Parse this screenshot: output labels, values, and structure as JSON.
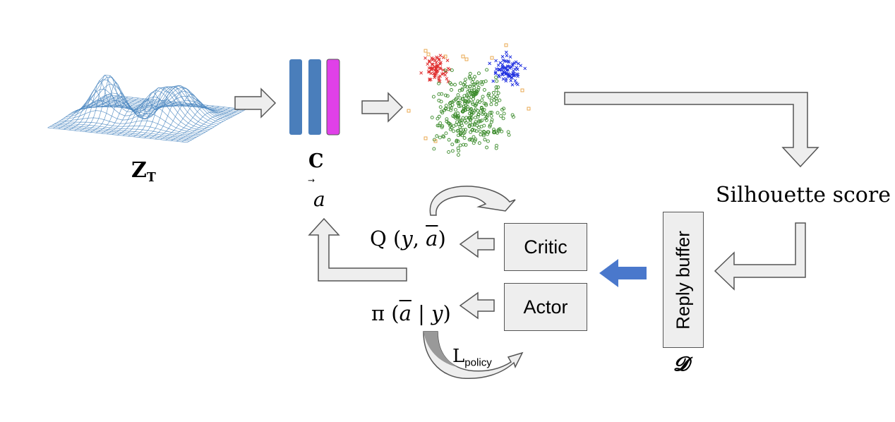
{
  "labels": {
    "zt_main": "Z",
    "zt_sub": "T",
    "c": "C",
    "silhouette": "Silhouette score",
    "a_vec": "a",
    "q_prefix": "Q (",
    "q_y": "y",
    "q_sep": ", ",
    "q_a": "a",
    "q_suffix": ")",
    "pi_prefix": "π (",
    "pi_a": "a",
    "pi_sep": " | ",
    "pi_y": "y",
    "pi_suffix": ")",
    "l_main": "L",
    "l_sub": "policy",
    "d": "𝓓"
  },
  "boxes": {
    "critic": "Critic",
    "actor": "Actor",
    "replay": "Reply buffer"
  },
  "colors": {
    "bar_blue": "#4a7ebb",
    "bar_magenta": "#e040e8",
    "arrow_fill": "#eeeeee",
    "arrow_stroke": "#555555",
    "blue_arrow": "#4a78cc",
    "scatter_red": "#e03030",
    "scatter_blue": "#2030e0",
    "scatter_green": "#3a8a2a",
    "scatter_orange": "#e8a040",
    "mesh": "#4a86c0"
  }
}
